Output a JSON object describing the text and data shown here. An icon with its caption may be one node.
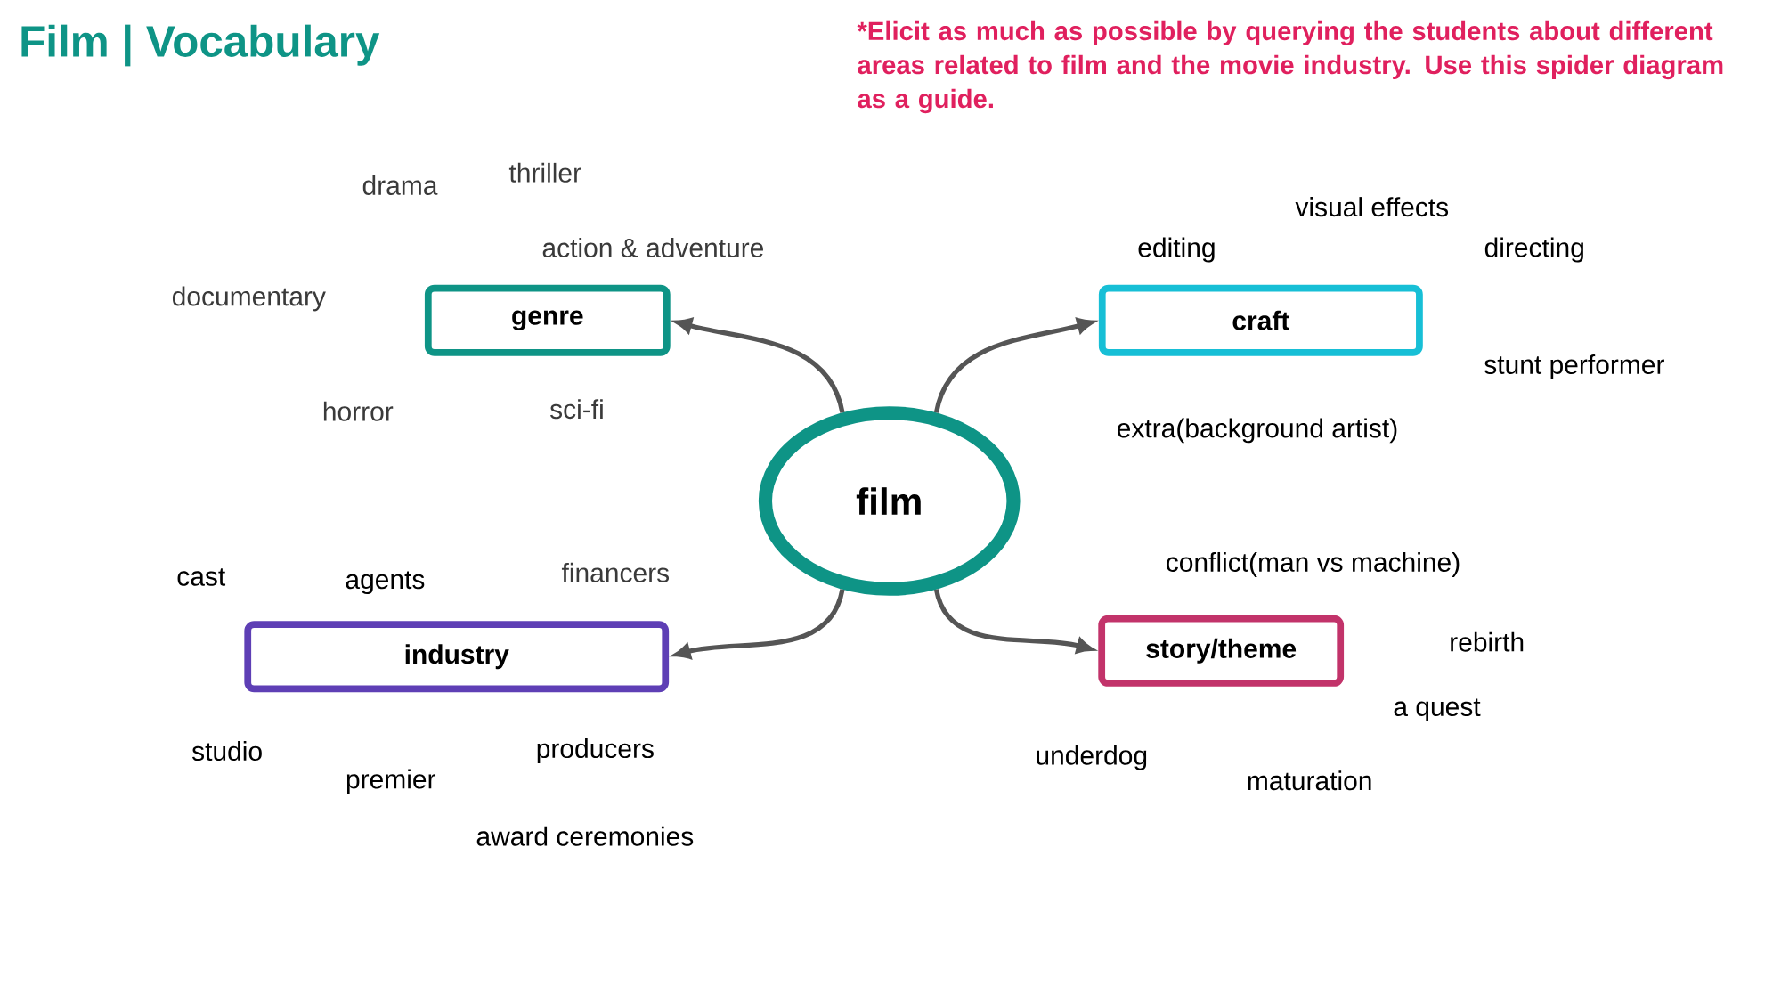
{
  "diagram": {
    "title": "Film | Vocabulary",
    "nodes": [
      {
        "text": [
          "film"
        ]
      },
      {
        "text": [
          "genre"
        ]
      },
      {
        "text": [
          "craft"
        ]
      },
      {
        "text": [
          "industry"
        ]
      },
      {
        "text": [
          "story/theme"
        ]
      }
    ],
    "edges": [
      {
        "from": 0,
        "to": 1,
        "arrow": "to"
      },
      {
        "from": 0,
        "to": 2,
        "arrow": "to"
      },
      {
        "from": 0,
        "to": 3,
        "arrow": "to"
      },
      {
        "from": 0,
        "to": 4,
        "arrow": "to"
      }
    ],
    "labels": [
      "*Elicit as much as possible by querying the students about different areas related to film and the movie industry. Use this spider diagram as a guide.",
      "thriller",
      "drama",
      "visual effects",
      "action & adventure",
      "editing",
      "directing",
      "documentary",
      "stunt performer",
      "horror",
      "sci-fi",
      "extra(background artist)",
      "conflict(man vs machine)",
      "cast",
      "financers",
      "agents",
      "rebirth",
      "a quest",
      "studio",
      "producers",
      "underdog",
      "premier",
      "maturation",
      "award ceremonies"
    ]
  }
}
